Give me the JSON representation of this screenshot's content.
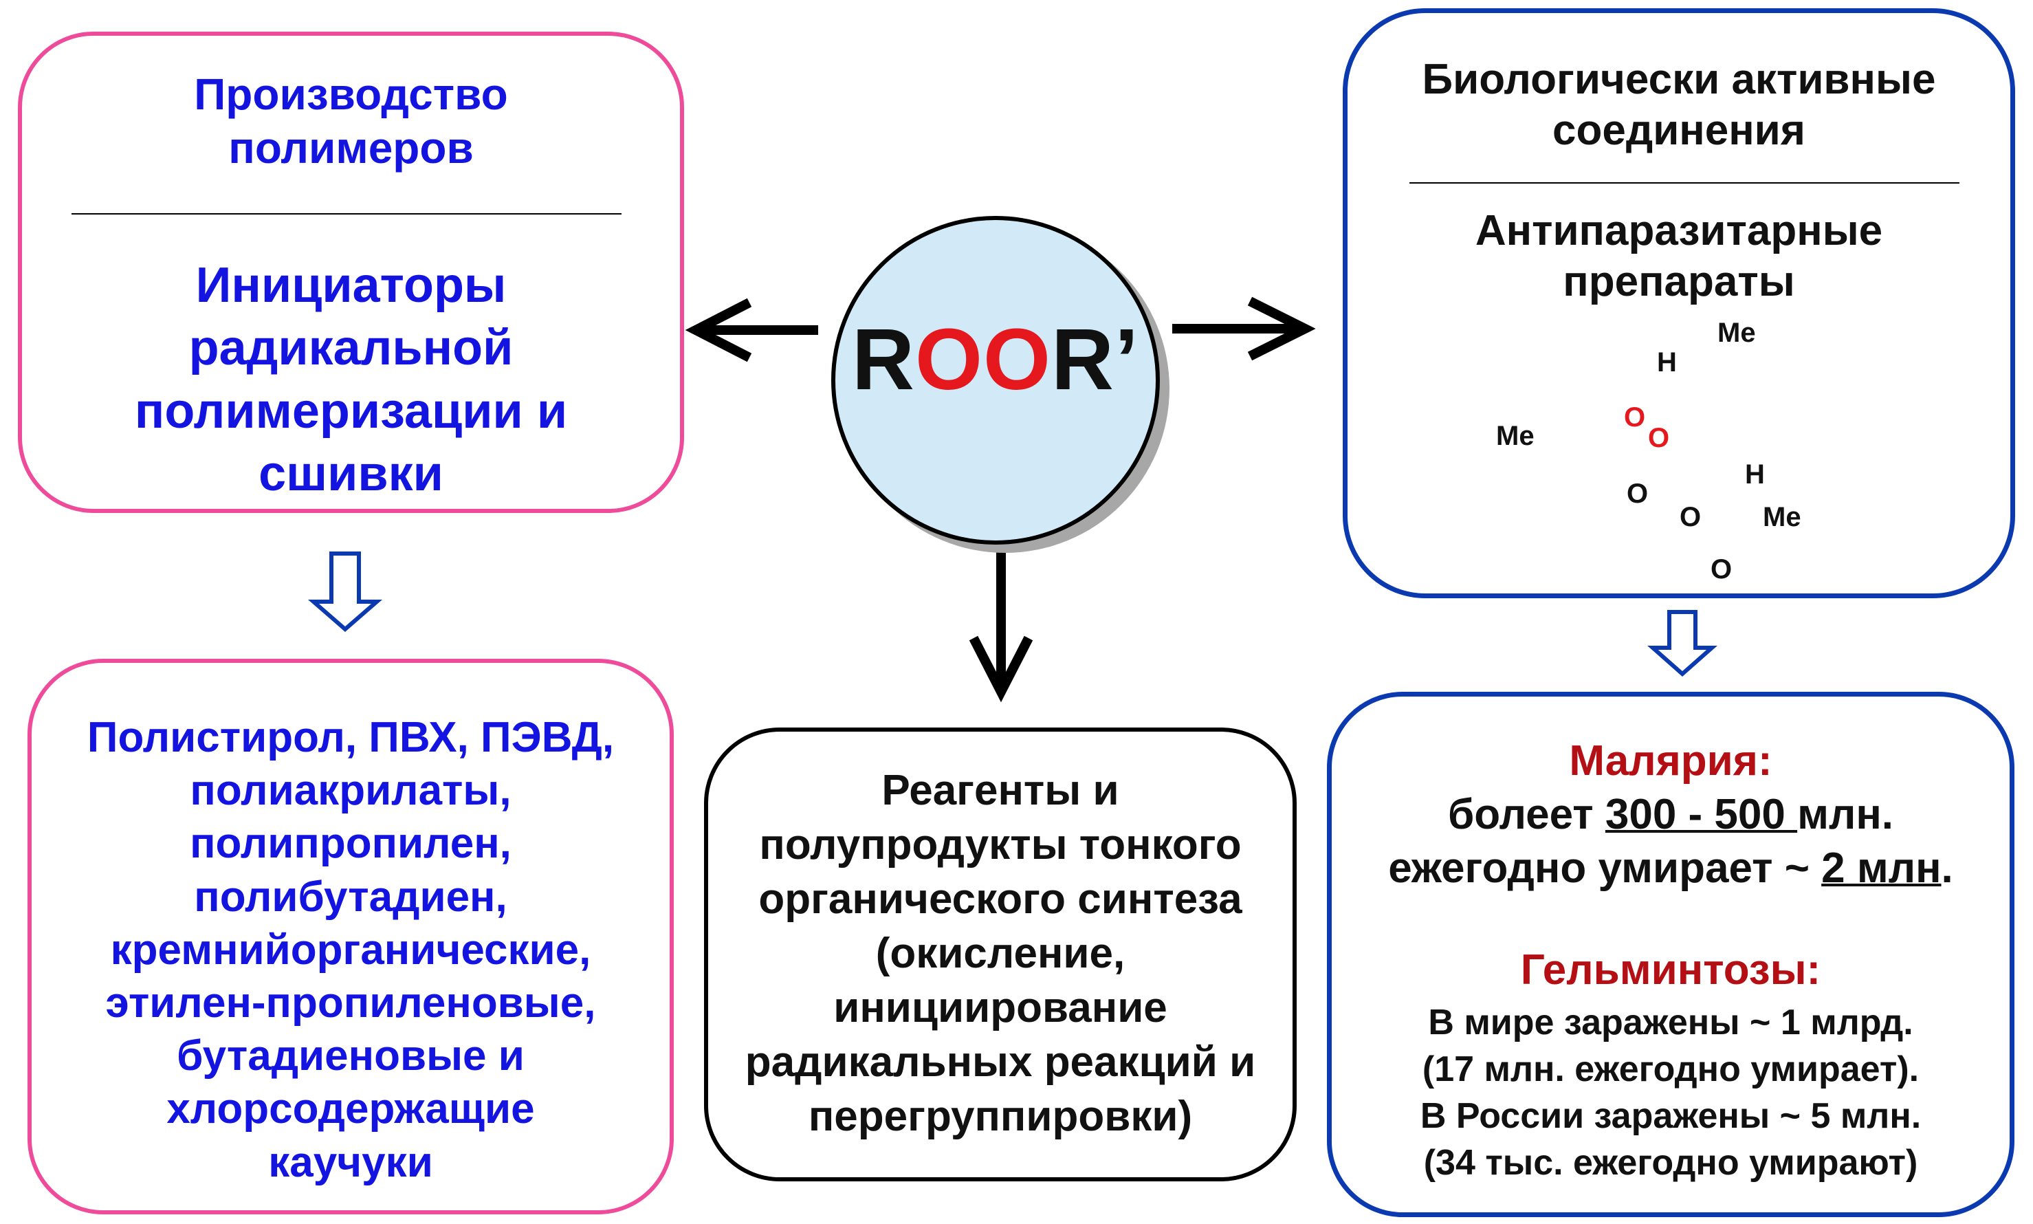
{
  "center": {
    "r1": "R",
    "o1": "O",
    "o2": "O",
    "r2": "R’"
  },
  "polymer_box": {
    "title_lines": [
      "Производство",
      "полимеров"
    ],
    "body_lines": [
      "Инициаторы",
      "радикальной",
      "полимеризации и",
      "сшивки"
    ]
  },
  "polymer_list": {
    "lines": [
      "Полистирол, ПВХ, ПЭВД,",
      "полиакрилаты,",
      "полипропилен,",
      "полибутадиен,",
      "кремнийорганические,",
      "этилен-пропиленовые,",
      "бутадиеновые и",
      "хлорсодержащие",
      "каучуки"
    ]
  },
  "reagents_box": {
    "lines": [
      "Реагенты и",
      "полупродукты тонкого",
      "органического синтеза",
      "(окисление,",
      "инициирование",
      "радикальных реакций и",
      "перегруппировки)"
    ]
  },
  "bio_box": {
    "title_lines": [
      "Биологически активные",
      "соединения"
    ],
    "body_lines": [
      "Антипаразитарные",
      "препараты"
    ],
    "molecule": {
      "me_top": "Me",
      "h_top": "H",
      "me_left": "Me",
      "o1": "O",
      "o2": "O",
      "o3": "O",
      "h_right": "H",
      "me_right": "Me",
      "o4": "O",
      "o5": "O"
    }
  },
  "disease_box": {
    "malaria_title": "Малярия:",
    "malaria_l1_pre": "болеет ",
    "malaria_l1_u": "300 - 500 ",
    "malaria_l1_post": "млн.",
    "malaria_l2_pre": "ежегодно умирает ~ ",
    "malaria_l2_u": "2 млн",
    "malaria_l2_post": ".",
    "helminth_title": "Гельминтозы:",
    "helminth_lines": [
      "В мире заражены ~ 1 млрд.",
      "(17 млн. ежегодно умирает).",
      "В России заражены ~ 5 млн.",
      "(34 тыс. ежегодно умирают)"
    ]
  },
  "colors": {
    "pink_border": "#ee4c9a",
    "blue_border": "#0b39b0",
    "blue_text": "#1414e0",
    "red_text": "#b30f14",
    "circle_fill": "#d2eaf8",
    "peroxide_red": "#e4181d"
  }
}
